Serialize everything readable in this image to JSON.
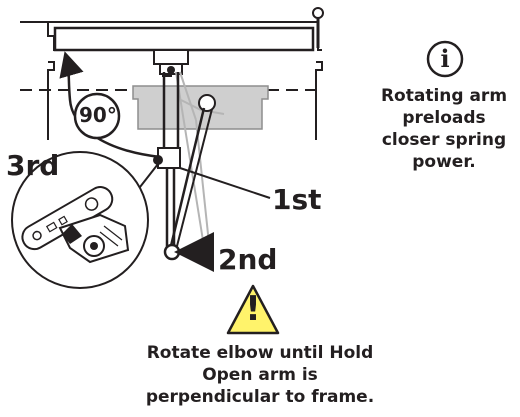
{
  "steps": {
    "first": "1st",
    "second": "2nd",
    "third": "3rd"
  },
  "angle_label": "90°",
  "info": {
    "icon": "info-icon",
    "glyph": "i",
    "text": "Rotating arm preloads closer spring power."
  },
  "warning": {
    "icon": "warning-icon",
    "glyph": "!",
    "text": "Rotate elbow until Hold Open arm is perpendicular to frame."
  },
  "colors": {
    "line": "#231f20",
    "closer_body": "#cfcfcf",
    "warning_fill": "#fff36b",
    "ghost_arm": "#b5b5b5"
  }
}
